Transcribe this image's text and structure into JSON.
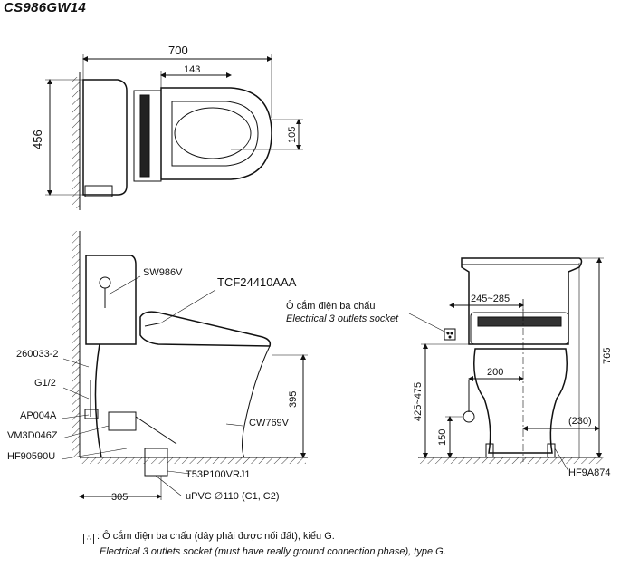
{
  "model_code": "CS986GW14",
  "top_view": {
    "dim_width": "700",
    "dim_depth": "456",
    "dim_offset": "143",
    "dim_hole": "105"
  },
  "side_view": {
    "labels": {
      "tank_valve": "SW986V",
      "seat": "TCF24410AAA",
      "part_260033": "260033-2",
      "part_g12": "G1/2",
      "part_ap004a": "AP004A",
      "part_vm3d046z": "VM3D046Z",
      "part_hf90590u": "HF90590U",
      "bowl": "CW769V",
      "part_t53": "T53P100VRJ1",
      "pipe": "uPVC ∅110 (C1, C2)"
    },
    "dims": {
      "height_395": "395",
      "dist_305": "305"
    }
  },
  "front_view": {
    "socket_vi": "Ô cắm điện ba chấu",
    "socket_en": "Electrical 3 outlets socket",
    "dims": {
      "range_245": "245~285",
      "height_765": "765",
      "range_425": "425~475",
      "dist_200": "200",
      "dist_230": "(230)",
      "height_150": "150"
    },
    "part_hf9a874": "HF9A874"
  },
  "legend": {
    "symbol": "∴",
    "line_vi": ": Ô cắm điện ba chấu (dây phải được nối đất), kiểu G.",
    "line_en": "Electrical 3 outlets socket (must have really ground connection phase), type G."
  }
}
